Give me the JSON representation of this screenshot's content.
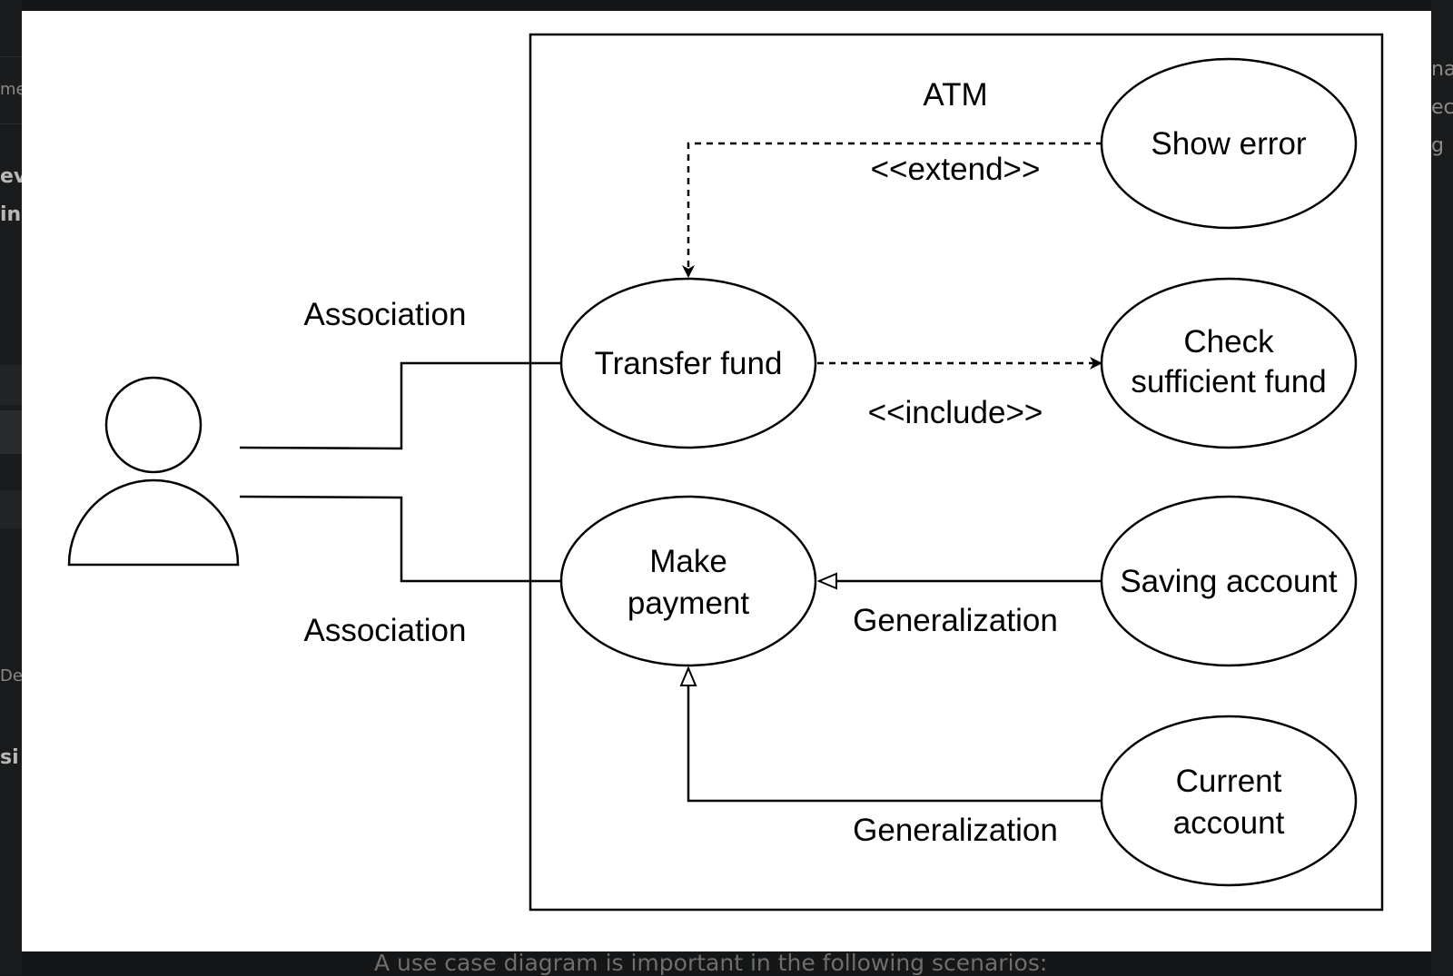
{
  "background": {
    "left_fragments": [
      "me",
      "ev",
      "in",
      "De",
      "si"
    ],
    "right_fragments": [
      "na",
      "ec",
      "g"
    ]
  },
  "diagram": {
    "system_title": "ATM",
    "use_cases": {
      "show_error": [
        "Show error"
      ],
      "transfer_fund": [
        "Transfer fund"
      ],
      "check_fund": [
        "Check",
        "sufficient fund"
      ],
      "make_payment": [
        "Make",
        "payment"
      ],
      "saving_account": [
        "Saving account"
      ],
      "current_account": [
        "Current",
        "account"
      ]
    },
    "relations": {
      "extend": "<<extend>>",
      "include": "<<include>>",
      "association_top": "Association",
      "association_bottom": "Association",
      "generalization_saving": "Generalization",
      "generalization_current": "Generalization"
    }
  },
  "caption": "A use case diagram is important in the following scenarios:"
}
